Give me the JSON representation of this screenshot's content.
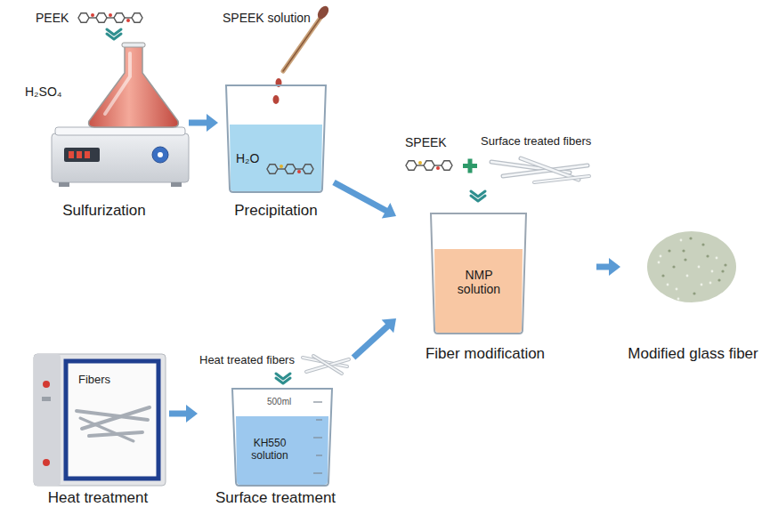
{
  "diagram": {
    "nodes": [
      {
        "text": [
          "PEEK",
          "H₂SO₄",
          "Sulfurization"
        ]
      },
      {
        "text": [
          "SPEEK solution",
          "H₂O",
          "Precipitation"
        ]
      },
      {
        "text": [
          "SPEEK",
          "Surface treated fibers",
          "NMP solution",
          "Fiber modification"
        ]
      },
      {
        "text": [
          "Modified glass fiber"
        ]
      },
      {
        "text": [
          "Fibers",
          "Heat treatment"
        ]
      },
      {
        "text": [
          "Heat treated fibers",
          "500ml",
          "KH550 solution",
          "Surface treatment"
        ]
      }
    ],
    "edges": [
      {
        "from": 0,
        "to": 1,
        "arrow": "to"
      },
      {
        "from": 1,
        "to": 2,
        "arrow": "to"
      },
      {
        "from": 2,
        "to": 3,
        "arrow": "to"
      },
      {
        "from": 4,
        "to": 5,
        "arrow": "to"
      },
      {
        "from": 5,
        "to": 2,
        "arrow": "to"
      }
    ]
  }
}
